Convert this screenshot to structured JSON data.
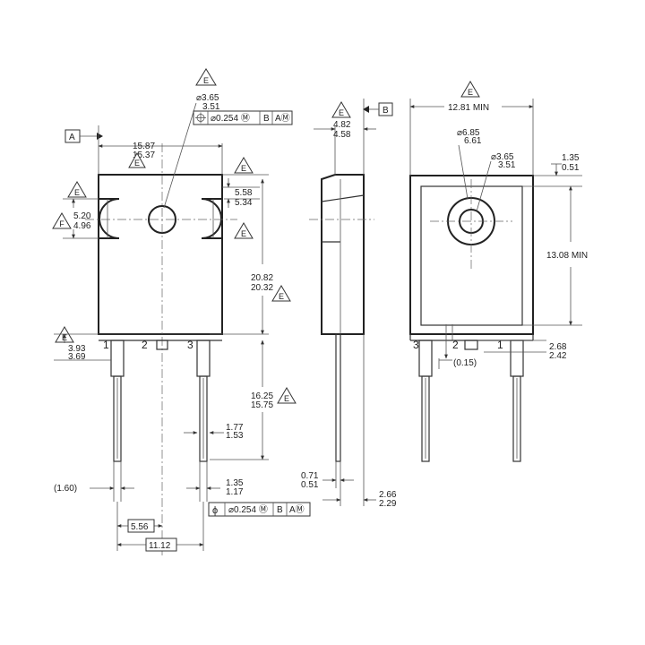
{
  "datums": {
    "a": "A",
    "b": "B",
    "e": "E",
    "f": "F"
  },
  "pins": {
    "p1": "1",
    "p2": "2",
    "p3": "3"
  },
  "front": {
    "width_max": "15.87",
    "width_min": "15.37",
    "hole_dia_max": "3.65",
    "hole_dia_min": "3.51",
    "tol_pos": "⌀0.254",
    "tol_ref_b": "B",
    "tol_ref_a": "A",
    "notch_max": "5.58",
    "notch_min": "5.34",
    "notch_r_max": "5.20",
    "notch_r_min": "4.96",
    "body_h_max": "20.82",
    "body_h_min": "20.32",
    "shoulder_max": "3.93",
    "shoulder_min": "3.69",
    "lead_len_max": "16.25",
    "lead_len_min": "15.75",
    "lead_w_max": "1.77",
    "lead_w_min": "1.53",
    "lead_tip_max": "1.35",
    "lead_tip_min": "1.17",
    "lead_ref": "(1.60)",
    "pitch": "5.56",
    "span": "11.12",
    "lead_tol": "⌀0.254"
  },
  "side": {
    "body_t_max": "4.82",
    "body_t_min": "4.58",
    "lead_t_max": "0.71",
    "lead_t_min": "0.51",
    "overall_max": "2.66",
    "overall_min": "2.29"
  },
  "back": {
    "width_min": "12.81",
    "min_label": "MIN",
    "ring_max": "6.85",
    "ring_min": "6.61",
    "hole_max": "3.65",
    "hole_min": "3.51",
    "edge_max": "1.35",
    "edge_min": "0.51",
    "height": "13.08",
    "foot_max": "2.68",
    "foot_min": "2.42",
    "foot_ref": "(0.15)"
  },
  "icons": [
    "position-tolerance-symbol",
    "datum-triangle",
    "phi-symbol"
  ]
}
